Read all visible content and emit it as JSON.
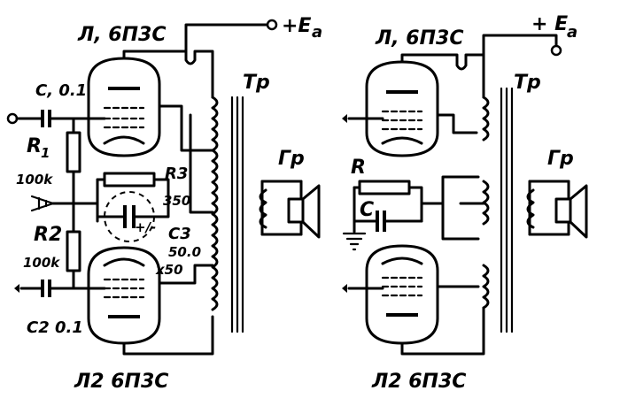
{
  "left": {
    "tube_top": "Л, 6П3С",
    "tube_bottom": "Л2 6П3С",
    "supply": "+E",
    "supply_sub": "a",
    "transformer": "Тр",
    "speaker": "Гр",
    "c1": "C, 0.1",
    "r1": "R",
    "r1_sub": "1",
    "r1_val": "100k",
    "r2": "R2",
    "r2_val": "100k",
    "c2": "C2 0.1",
    "r3": "R3",
    "r3_val": "350",
    "c3": "C3",
    "c3_val": "50.0",
    "c3_volt": "x50",
    "c3_pol": "+/-"
  },
  "right": {
    "tube_top": "Л, 6П3С",
    "tube_bottom": "Л2 6П3С",
    "supply": "+ E",
    "supply_sub": "a",
    "transformer": "Тр",
    "speaker": "Гр",
    "r": "R",
    "c": "C"
  }
}
